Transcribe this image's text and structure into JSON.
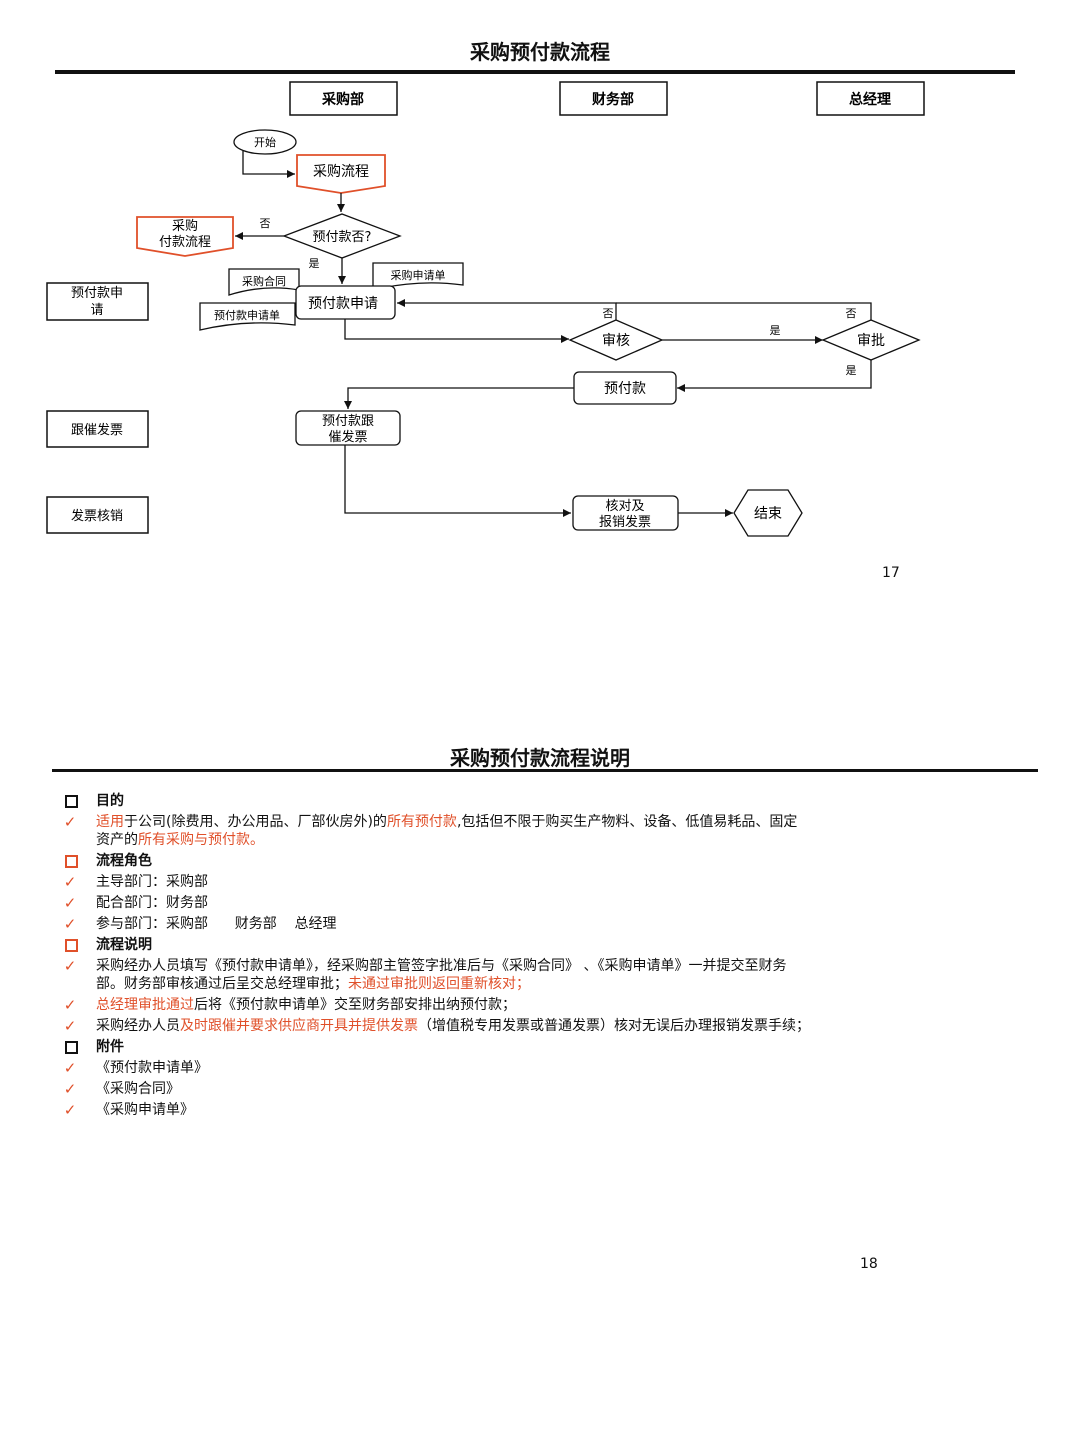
{
  "page1": {
    "title": "采购预付款流程",
    "page_number": "17",
    "lanes": [
      "采购部",
      "财务部",
      "总经理"
    ],
    "stages": [
      "预付款申请",
      "跟催发票",
      "发票核销"
    ],
    "nodes": {
      "start": "开始",
      "purchase_process": "采购流程",
      "purchase_pay_process_line1": "采购",
      "purchase_pay_process_line2": "付款流程",
      "is_prepay": "预付款否?",
      "contract_doc": "采购合同",
      "request_doc": "采购申请单",
      "prepay_request": "预付款申请",
      "prepay_form_doc": "预付款申请单",
      "review": "审核",
      "approve": "审批",
      "prepay": "预付款",
      "follow_invoice_line1": "预付款跟",
      "follow_invoice_line2": "催发票",
      "verify_line1": "核对及",
      "verify_line2": "报销发票",
      "end": "结束"
    },
    "edge_labels": {
      "no1": "否",
      "yes1": "是",
      "no_review": "否",
      "yes_review": "是",
      "no_approve": "否",
      "yes_approve": "是"
    }
  },
  "page2": {
    "title": "采购预付款流程说明",
    "page_number": "18",
    "sections": {
      "purpose": {
        "heading": "目的",
        "line1_a": "适用",
        "line1_b": "于公司(除费用、办公用品、厂部伙房外)的",
        "line1_c": "所有预付款",
        "line1_d": ",包括但不限于购买生产物料、设备、低值易耗品、固定",
        "line2_a": "资产的",
        "line2_b": "所有采购与预付款。"
      },
      "roles": {
        "heading": "流程角色",
        "items": [
          "主导部门：采购部",
          "配合部门：财务部",
          "参与部门：采购部      财务部    总经理"
        ]
      },
      "flow": {
        "heading": "流程说明",
        "item1_line1": "采购经办人员填写《预付款申请单》，经采购部主管签字批准后与《采购合同》  、《采购申请单》一并提交至财务",
        "item1_line2_a": "部。财务部审核通过后呈交总经理审批；",
        "item1_line2_b": "未通过审批则返回重新核对；",
        "item2_a": "总经理审批通过",
        "item2_b": "后将《预付款申请单》交至财务部安排出纳预付款；",
        "item3_a": "采购经办人员",
        "item3_b": "及时跟催并要求供应商开具并提供发票",
        "item3_c": "（增值税专用发票或普通发票）核对无误后办理报销发票手续；"
      },
      "attachments": {
        "heading": "附件",
        "items": [
          "《预付款申请单》",
          "《采购合同》",
          "《采购申请单》"
        ]
      }
    }
  },
  "colors": {
    "accent": "#e0502a",
    "text": "#111111"
  }
}
